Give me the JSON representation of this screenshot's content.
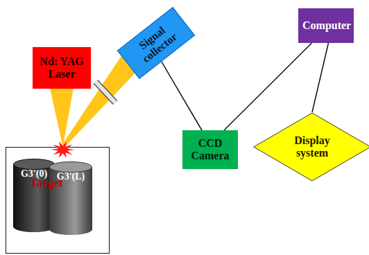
{
  "diagram": {
    "nodes": [
      {
        "text": [
          "Nd: YAG Laser"
        ]
      },
      {
        "text": [
          "Signal collector"
        ]
      },
      {
        "text": [
          "Computer"
        ]
      },
      {
        "text": [
          "Target"
        ]
      },
      {
        "text": [
          "G3'(0)"
        ],
        "in": 3
      },
      {
        "text": [
          "G3'(L)"
        ],
        "in": 3
      },
      {
        "text": [
          "CCD Camera"
        ]
      },
      {
        "text": [
          "Display system"
        ]
      }
    ],
    "edges": [
      {
        "from": 0,
        "to": 3,
        "arrow": "none"
      },
      {
        "from": 3,
        "to": 1,
        "arrow": "none"
      },
      {
        "from": 1,
        "to": 6,
        "arrow": "none"
      },
      {
        "from": 6,
        "to": 2,
        "arrow": "none"
      },
      {
        "from": 2,
        "to": 7,
        "arrow": "none"
      }
    ]
  }
}
